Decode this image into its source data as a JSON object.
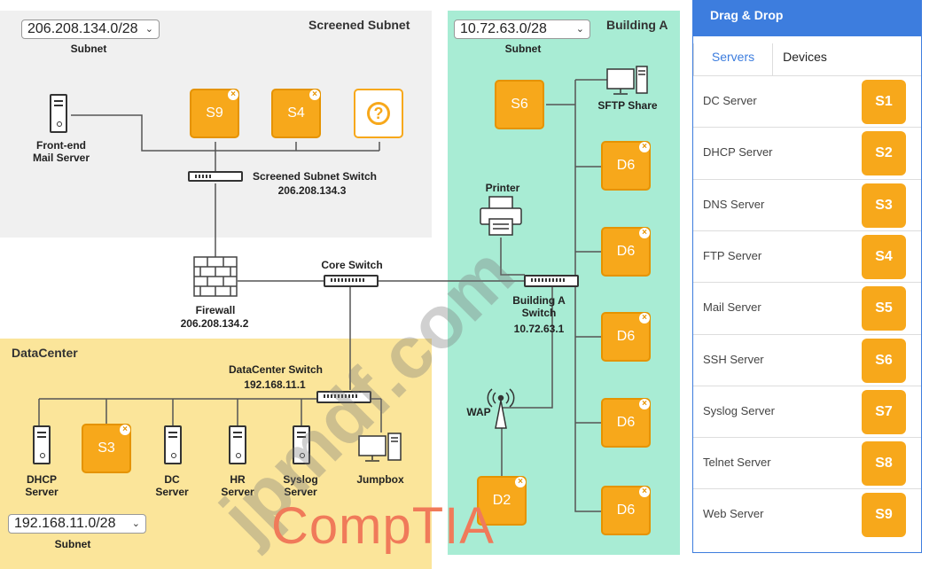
{
  "zones": {
    "screened_subnet": {
      "title": "Screened Subnet",
      "subnet_value": "206.208.134.0/28",
      "subnet_label": "Subnet"
    },
    "building_a": {
      "title": "Building A",
      "subnet_value": "10.72.63.0/28",
      "subnet_label": "Subnet"
    },
    "datacenter": {
      "title": "DataCenter",
      "subnet_value": "192.168.11.0/28",
      "subnet_label": "Subnet"
    }
  },
  "devices": {
    "mail_server": "Front-end\nMail Server",
    "screened_switch": "Screened Subnet Switch",
    "screened_switch_ip": "206.208.134.3",
    "firewall": "Firewall",
    "firewall_ip": "206.208.134.2",
    "core_switch": "Core Switch",
    "dc_switch": "DataCenter Switch",
    "dc_switch_ip": "192.168.11.1",
    "bldg_switch": "Building A\nSwitch",
    "bldg_switch_ip": "10.72.63.1",
    "sftp": "SFTP Share",
    "printer": "Printer",
    "wap": "WAP",
    "dhcp": "DHCP\nServer",
    "dc": "DC\nServer",
    "hr": "HR\nServer",
    "syslog": "Syslog\nServer",
    "jumpbox": "Jumpbox"
  },
  "tiles": {
    "ss1": "S9",
    "ss2": "S4",
    "ba_s6": "S6",
    "ba_d6_1": "D6",
    "ba_d6_2": "D6",
    "ba_d6_3": "D6",
    "ba_d6_4": "D6",
    "ba_d6_5": "D6",
    "ba_d2": "D2",
    "dc_s3": "S3",
    "remove": "×",
    "question": "?"
  },
  "panel": {
    "header": "Drag & Drop",
    "tabs": [
      "Servers",
      "Devices"
    ],
    "items": [
      {
        "label": "DC Server",
        "code": "S1"
      },
      {
        "label": "DHCP Server",
        "code": "S2"
      },
      {
        "label": "DNS Server",
        "code": "S3"
      },
      {
        "label": "FTP Server",
        "code": "S4"
      },
      {
        "label": "Mail Server",
        "code": "S5"
      },
      {
        "label": "SSH Server",
        "code": "S6"
      },
      {
        "label": "Syslog Server",
        "code": "S7"
      },
      {
        "label": "Telnet Server",
        "code": "S8"
      },
      {
        "label": "Web Server",
        "code": "S9"
      }
    ]
  },
  "watermark": {
    "site": "jpmdf.com",
    "brand": "CompTIA"
  },
  "colors": {
    "screened_bg": "#f0f0f0",
    "building_bg": "#a8ecd4",
    "datacenter_bg": "#fbe59a",
    "tile": "#f7a81b",
    "accent": "#3d7dde"
  }
}
